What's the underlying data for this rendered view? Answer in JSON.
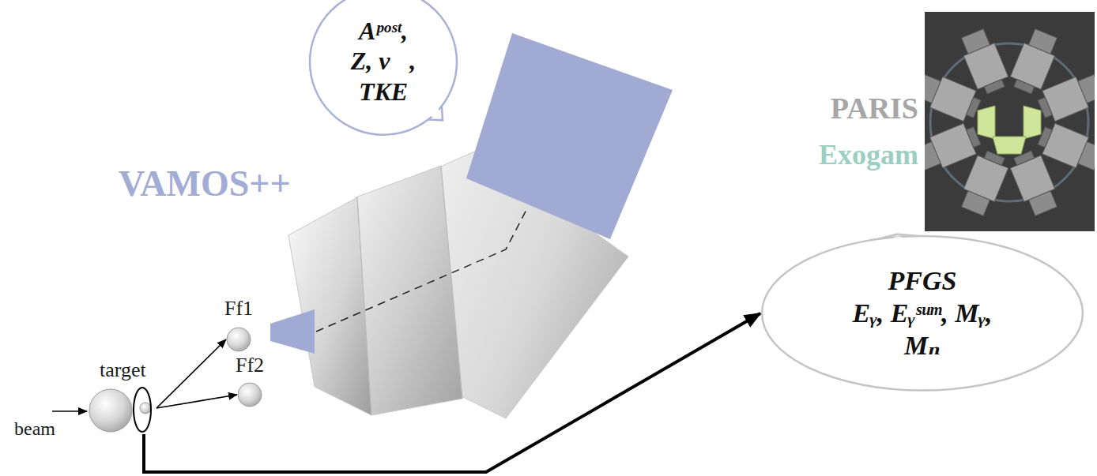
{
  "diagram": {
    "nodes": [
      {
        "text": [
          "target"
        ]
      },
      {
        "text": [
          "Ff1"
        ]
      },
      {
        "text": [
          "Ff2"
        ]
      },
      {
        "text": [
          "Aᵖᵒˢᵗ, Z, v⃗, TKE"
        ]
      },
      {
        "text": [
          "PARIS",
          "Exogam"
        ]
      },
      {
        "text": [
          "PFGS",
          "Eᵧ, Eᵧˢᵘᵐ, Mᵧ, Mₙ"
        ]
      }
    ],
    "edges": [
      {
        "from": 0,
        "to": 1,
        "arrow": "to"
      },
      {
        "from": 0,
        "to": 2,
        "arrow": "to"
      },
      {
        "from": 0,
        "to": 5,
        "arrow": "to"
      }
    ],
    "labels": [
      "beam",
      "VAMOS++"
    ]
  }
}
